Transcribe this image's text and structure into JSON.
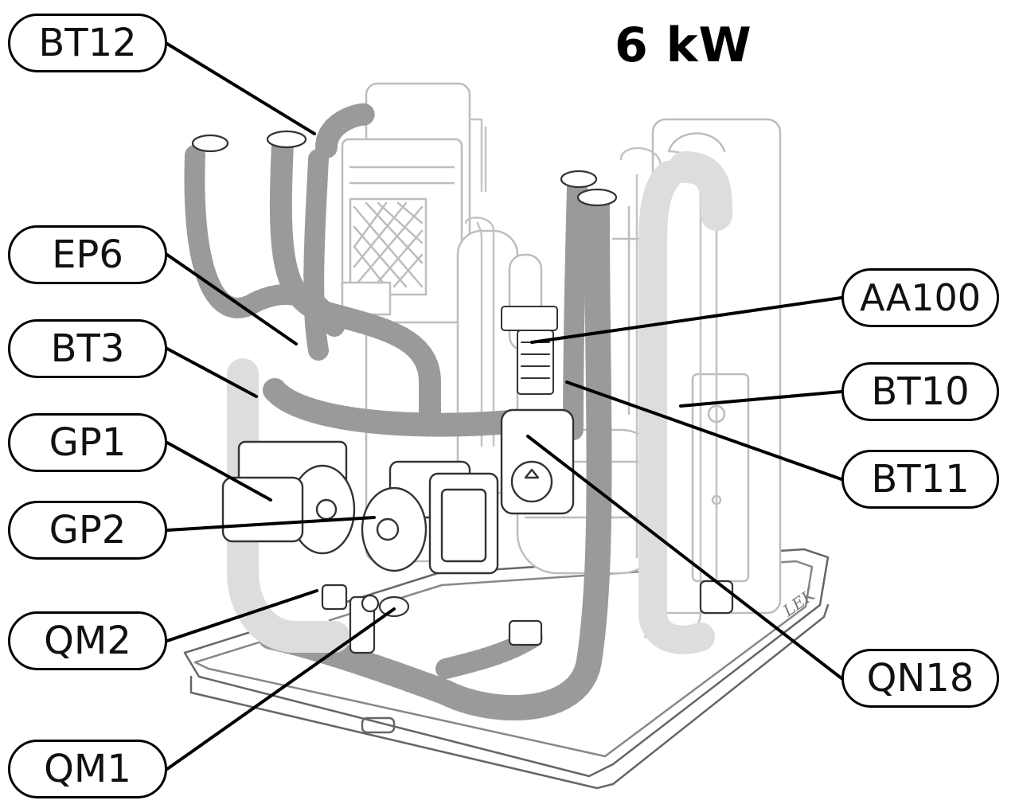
{
  "title": "6 kW",
  "left_labels": [
    "BT12",
    "EP6",
    "BT3",
    "GP1",
    "GP2",
    "QM2",
    "QM1"
  ],
  "right_labels": [
    "AA100",
    "BT10",
    "BT11",
    "QN18"
  ],
  "plate_text": "LEK"
}
